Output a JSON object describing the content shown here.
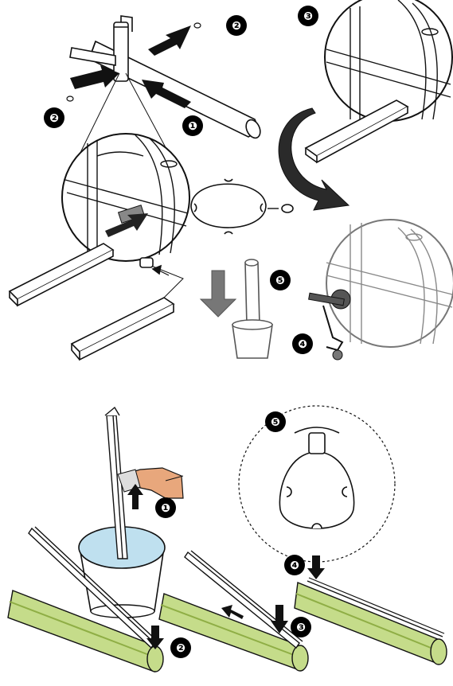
{
  "upper_assembly": {
    "badges": [
      "❶",
      "❷",
      "❷",
      "❸",
      "❹",
      "❺"
    ]
  },
  "lower_assembly": {
    "badges": [
      "❶",
      "❷",
      "❸",
      "❹",
      "❺"
    ]
  },
  "colors": {
    "line": "#111111",
    "grey_line": "#777777",
    "light_grey": "#bdbdbd",
    "green_fill": "#c5dc8a",
    "green_dark": "#8fae45",
    "water": "#bfe0ef",
    "hand": "#e8a77c",
    "badge": "#000000"
  },
  "icons": [
    "arrow-icon",
    "rotate-arrow-icon",
    "hand-icon"
  ]
}
